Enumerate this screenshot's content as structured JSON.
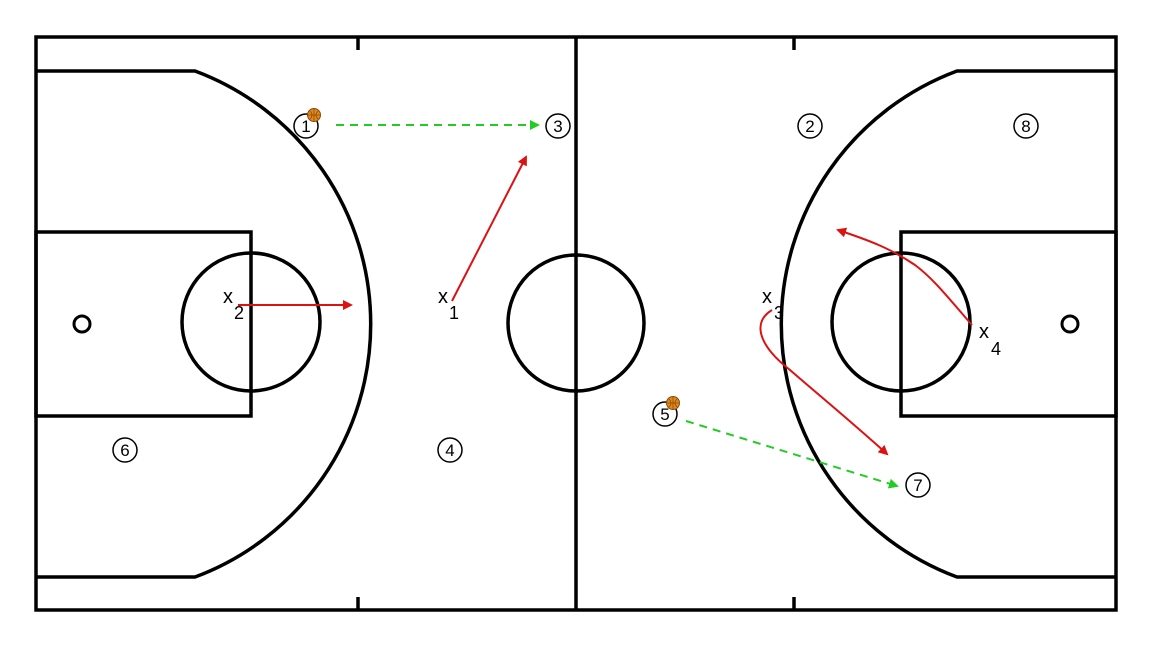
{
  "players": [
    {
      "id": "p1",
      "label": "1",
      "has_ball": true
    },
    {
      "id": "p2",
      "label": "2",
      "has_ball": false
    },
    {
      "id": "p3",
      "label": "3",
      "has_ball": false
    },
    {
      "id": "p4",
      "label": "4",
      "has_ball": false
    },
    {
      "id": "p5",
      "label": "5",
      "has_ball": true
    },
    {
      "id": "p6",
      "label": "6",
      "has_ball": false
    },
    {
      "id": "p7",
      "label": "7",
      "has_ball": false
    },
    {
      "id": "p8",
      "label": "8",
      "has_ball": false
    }
  ],
  "defenders": [
    {
      "id": "x1",
      "mark": "x",
      "sub": "1"
    },
    {
      "id": "x2",
      "mark": "x",
      "sub": "2"
    },
    {
      "id": "x3",
      "mark": "x",
      "sub": "3"
    },
    {
      "id": "x4",
      "mark": "x",
      "sub": "4"
    }
  ],
  "colors": {
    "court_lines": "#000000",
    "pass_arrow": "#22cc22",
    "move_arrow": "#dd1111",
    "ball": "#e08a1e"
  }
}
